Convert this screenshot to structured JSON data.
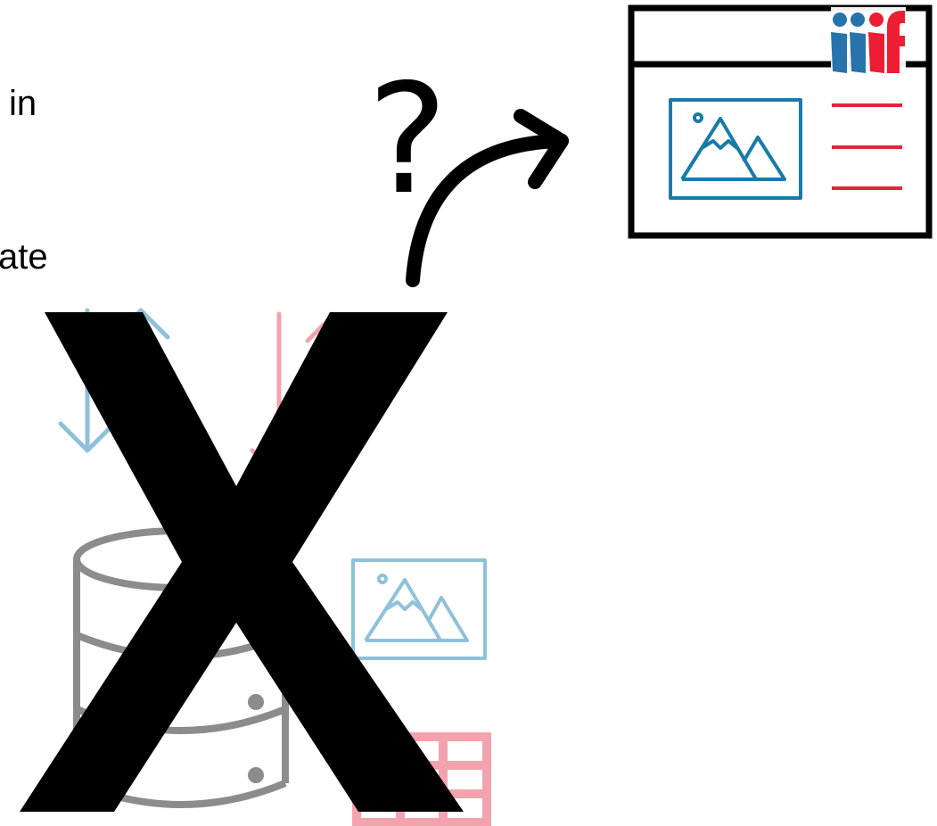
{
  "text_fragments": [
    "in",
    "ate"
  ],
  "question_mark": "?",
  "big_mark": "X",
  "logo": {
    "name": "iiif-logo",
    "text": "iiif",
    "colors": [
      "#2873AB",
      "#ED1D33"
    ]
  },
  "icons": {
    "database": "database-icon",
    "image": "image-icon",
    "table": "table-icon",
    "arrows_blue": "up-down-arrows-icon",
    "arrows_pink": "up-down-arrows-icon",
    "curved_arrow": "curved-arrow-icon",
    "viewer": "viewer-window-icon"
  },
  "colors": {
    "black": "#000000",
    "gray": "#8c8c8c",
    "light_blue": "#8fc1d9",
    "pink": "#f3a3ae",
    "dark_blue": "#1a7aa8",
    "red": "#e0263a"
  }
}
